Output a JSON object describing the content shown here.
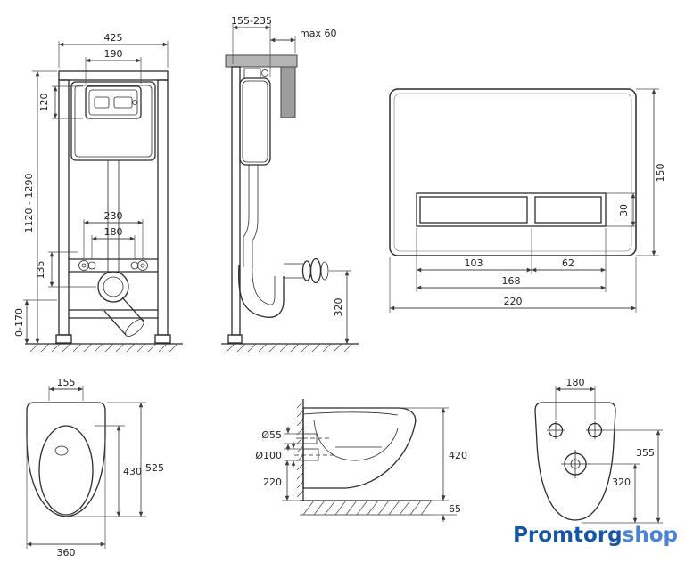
{
  "views": {
    "frame_front": {
      "width": "425",
      "panel_width": "190",
      "panel_height": "120",
      "height_range": "1120 - 1290",
      "fixing_spacing_outer": "230",
      "fixing_spacing_inner": "180",
      "outlet_offset": "135",
      "foot_adjust": "0-170"
    },
    "frame_side": {
      "depth_range": "155-235",
      "max_offset": "max 60",
      "outlet_height": "320"
    },
    "flush_plate": {
      "height": "150",
      "button_height": "30",
      "big_button_width": "103",
      "small_button_width": "62",
      "buttons_width": "168",
      "width": "220"
    },
    "bowl_top": {
      "rear_width": "155",
      "seat_length": "430",
      "length": "525",
      "width": "360"
    },
    "bowl_side": {
      "inlet_diameter": "Ø55",
      "outlet_diameter": "Ø100",
      "outlet_height": "220",
      "height": "420",
      "floor_gap": "65"
    },
    "bowl_back": {
      "fixing_spacing": "180",
      "outlet_height": "320",
      "inlet_height": "355"
    }
  },
  "logo": {
    "brand": "Promtorg",
    "suffix": "shop",
    "brand_color": "#1656a8",
    "suffix_color": "#4a84d4"
  }
}
